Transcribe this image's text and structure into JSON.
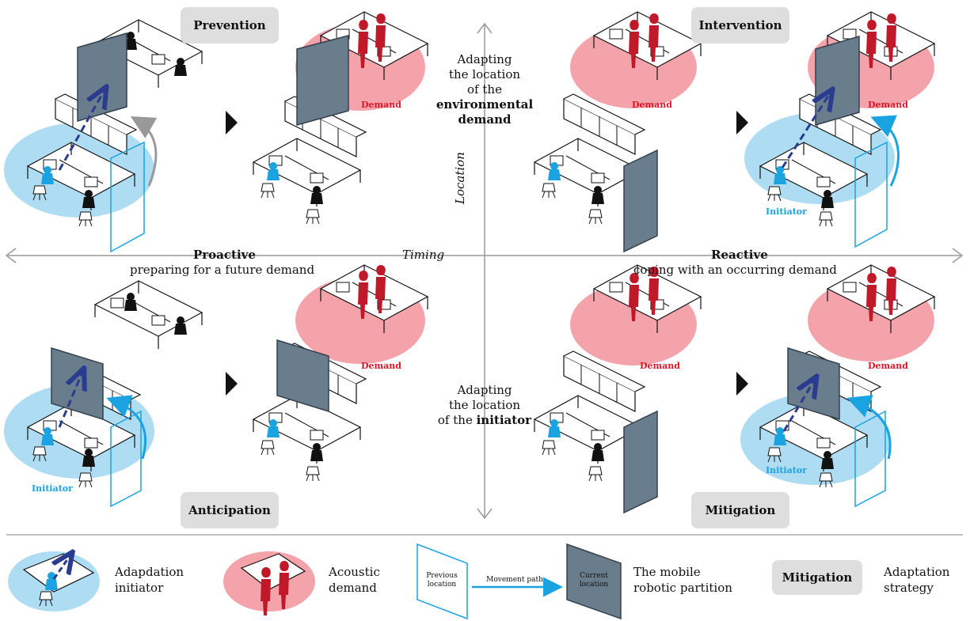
{
  "strategies": {
    "prevention": "Prevention",
    "intervention": "Intervention",
    "anticipation": "Anticipation",
    "mitigation": "Mitigation"
  },
  "axes": {
    "proactive_title": "Proactive",
    "proactive_sub": "preparing for a future demand",
    "reactive_title": "Reactive",
    "reactive_sub": "coping with an occurring demand",
    "timing": "Timing",
    "location": "Location"
  },
  "center": {
    "top_line1": "Adapting",
    "top_line2": "the location",
    "top_line3": "of the",
    "top_line4": "environmental",
    "top_line5": "demand",
    "bottom_line1": "Adapting",
    "bottom_line2": "the location",
    "bottom_line3_prefix": "of the ",
    "bottom_line3_bold": "initiator"
  },
  "tags": {
    "demand": "Demand",
    "initiator": "Initiator"
  },
  "legend": {
    "initiator_line1": "Adapdation",
    "initiator_line2": "initiator",
    "demand_line1": "Acoustic",
    "demand_line2": "demand",
    "previous_line1": "Previous",
    "previous_line2": "location",
    "movement_path": "Movement path",
    "current_line1": "Current",
    "current_line2": "location",
    "partition_line1": "The mobile",
    "partition_line2": "robotic partition",
    "strategy_example": "Mitigation",
    "strategy_line1": "Adaptation",
    "strategy_line2": "strategy"
  },
  "colors": {
    "initiator_blue": "#aedcf2",
    "demand_red": "#f5a3aa",
    "partition_gray": "#6a7d8c",
    "accent_blue": "#1aa3e0",
    "dark_red": "#c01a2a"
  }
}
